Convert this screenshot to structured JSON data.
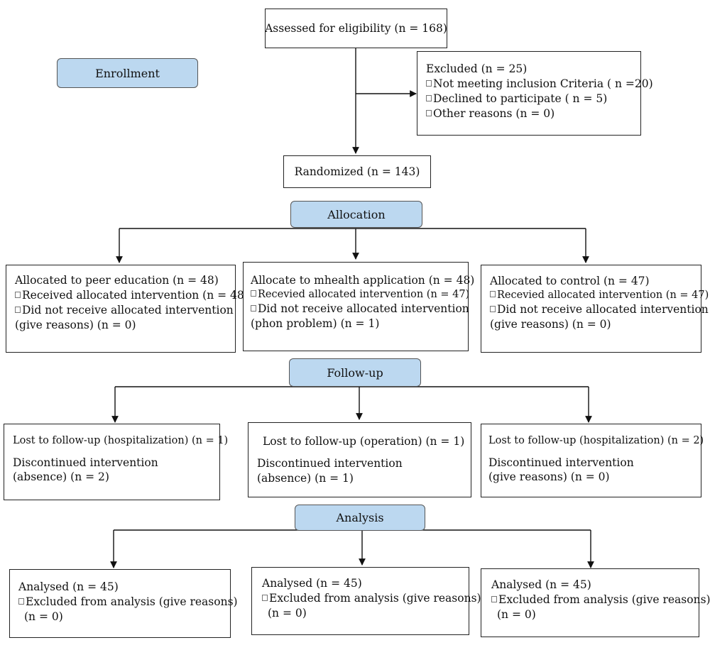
{
  "stages": {
    "enrollment": "Enrollment",
    "allocation": "Allocation",
    "followup": "Follow-up",
    "analysis": "Analysis"
  },
  "assessed": "Assessed for eligibility (n = 168)",
  "excluded": {
    "title": "Excluded (n = 25)",
    "items": [
      "Not meeting inclusion Criteria ( n =20)",
      "Declined to participate ( n = 5)",
      "Other reasons (n = 0)"
    ]
  },
  "randomized": "Randomized (n = 143)",
  "allocation": [
    {
      "title": "Allocated to peer education (n = 48)",
      "received": "Received allocated intervention (n = 48)",
      "not_received": "Did not receive allocated intervention",
      "reason": "(give reasons) (n = 0)"
    },
    {
      "title": "Allocate to mhealth application (n = 48)",
      "received": "Recevied allocated intervention (n = 47)",
      "not_received": "Did not receive allocated intervention",
      "reason": "(phon problem) (n = 1)"
    },
    {
      "title": "Allocated to control (n = 47)",
      "received": "Recevied allocated intervention (n = 47)",
      "not_received": "Did not receive allocated intervention",
      "reason": "(give reasons) (n = 0)"
    }
  ],
  "followup": [
    {
      "lost": "Lost to follow-up (hospitalization) (n = 1)",
      "disc": "Discontinued intervention",
      "reason": "(absence) (n = 2)"
    },
    {
      "lost": "Lost to follow-up (operation) (n = 1)",
      "disc": "Discontinued intervention",
      "reason": "(absence) (n = 1)"
    },
    {
      "lost": "Lost to follow-up (hospitalization) (n = 2)",
      "disc": "Discontinued intervention",
      "reason": "(give reasons) (n = 0)"
    }
  ],
  "analysis": [
    {
      "analysed": "Analysed (n = 45)",
      "excluded": "Excluded from analysis (give reasons)",
      "count": "(n = 0)"
    },
    {
      "analysed": "Analysed (n = 45)",
      "excluded": "Excluded from analysis (give reasons)",
      "count": "(n = 0)"
    },
    {
      "analysed": "Analysed (n = 45)",
      "excluded": "Excluded from analysis (give reasons)",
      "count": "(n = 0)"
    }
  ]
}
